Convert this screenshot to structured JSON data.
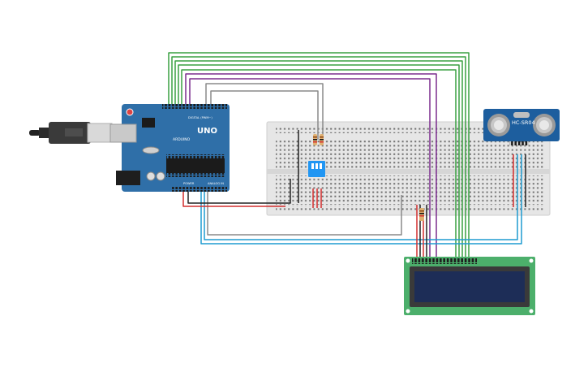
{
  "canvas": {
    "background": "#ffffff"
  },
  "arduino": {
    "model_label": "UNO",
    "brand_label": "ARDUINO",
    "digital_label": "DIGITAL (PWM~)",
    "power_label": "POWER",
    "analog_label": "ANALOG IN",
    "board_color": "#2f6fa8"
  },
  "sensor": {
    "model_label": "HC-SR04",
    "board_color": "#1d5e9e"
  },
  "usb_cable": {
    "connector_icon": "usb-icon"
  },
  "lcd": {
    "pcb_color": "#4caf6b",
    "screen_color": "#1d2d57"
  },
  "dip_switch": {
    "color": "#2196f3"
  },
  "wire_colors": {
    "green": "#3aa042",
    "purple": "#7b2d8e",
    "gray": "#8a8a8a",
    "blue": "#1f9bd1",
    "black": "#222222",
    "red": "#d32f2f"
  }
}
